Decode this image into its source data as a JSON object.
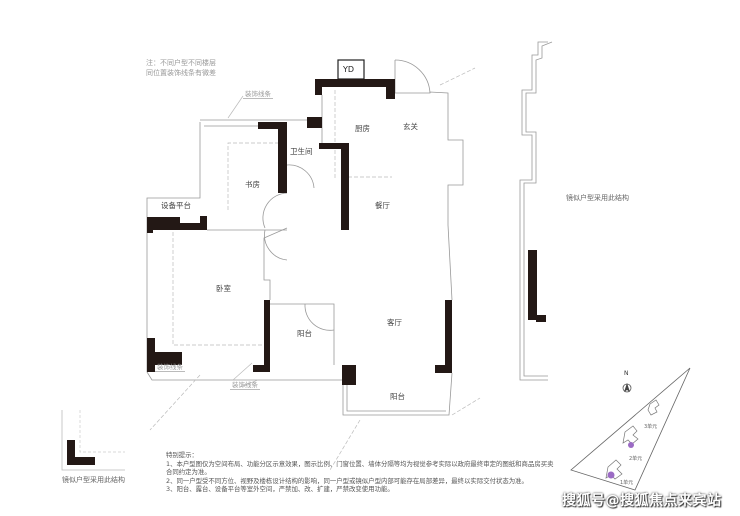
{
  "note_top": [
    "注：不同户型不同楼层",
    "同位置装饰线条有微差"
  ],
  "rooms": {
    "yd": "YD",
    "kitchen": "厨房",
    "foyer": "玄关",
    "bathroom": "卫生间",
    "study": "书房",
    "equipment_platform": "设备平台",
    "dining": "餐厅",
    "bedroom": "卧室",
    "balcony_small": "阳台",
    "living": "客厅",
    "balcony_large": "阳台"
  },
  "decor_labels": [
    "装饰线条",
    "装饰线条",
    "装饰线条"
  ],
  "mirror_labels": [
    "镜似户型采用此结构",
    "镜似户型采用此结构"
  ],
  "notes": {
    "title": "特别提示：",
    "items": [
      "1、本户型图仅为空间布局、功能分区示意效果，图示比例、门窗位置、墙体分隔等均为视觉参考实际以政府最终审定的图纸和商品房买卖合同约定为准。",
      "2、同一户型受不同方位、视野及楼栋设计结构的影响，同一户型或镜似户型内部可能存在局部差异，最终以实际交付状态为准。",
      "3、阳台、露台、设备平台等室外空间，严禁加、改、扩建，严禁改变使用功能。"
    ]
  },
  "site_map": {
    "north": "N",
    "units": [
      "1单元",
      "2单元",
      "3单元"
    ],
    "highlight_color": "#9b6bc4"
  },
  "watermark": "搜狐号@搜狐焦点来宾站"
}
